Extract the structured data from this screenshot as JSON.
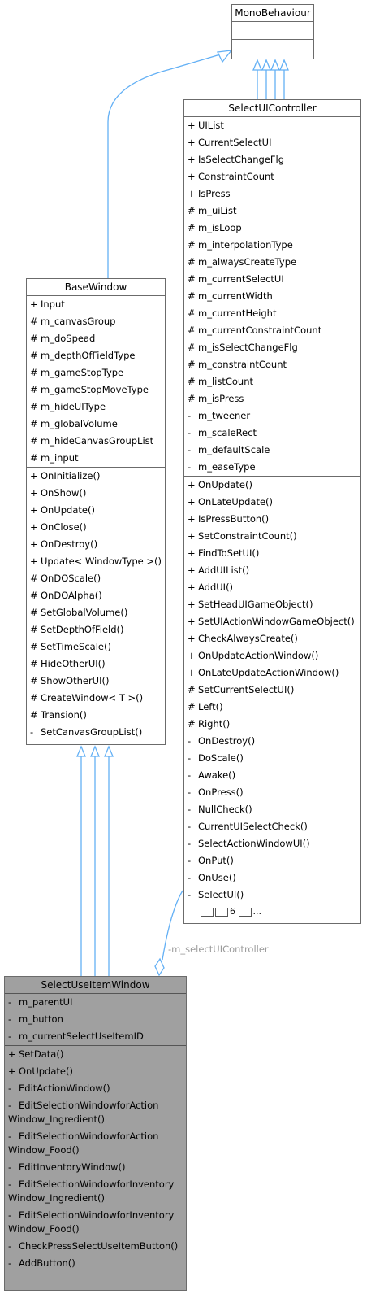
{
  "classes": {
    "mono": {
      "name": "MonoBehaviour"
    },
    "controller": {
      "name": "SelectUIController",
      "attributes": [
        {
          "v": "+",
          "n": "UIList"
        },
        {
          "v": "+",
          "n": "CurrentSelectUI"
        },
        {
          "v": "+",
          "n": "IsSelectChangeFlg"
        },
        {
          "v": "+",
          "n": "ConstraintCount"
        },
        {
          "v": "+",
          "n": "IsPress"
        },
        {
          "v": "#",
          "n": "m_uiList"
        },
        {
          "v": "#",
          "n": "m_isLoop"
        },
        {
          "v": "#",
          "n": "m_interpolationType"
        },
        {
          "v": "#",
          "n": "m_alwaysCreateType"
        },
        {
          "v": "#",
          "n": "m_currentSelectUI"
        },
        {
          "v": "#",
          "n": "m_currentWidth"
        },
        {
          "v": "#",
          "n": "m_currentHeight"
        },
        {
          "v": "#",
          "n": "m_currentConstraintCount"
        },
        {
          "v": "#",
          "n": "m_isSelectChangeFlg"
        },
        {
          "v": "#",
          "n": "m_constraintCount"
        },
        {
          "v": "#",
          "n": "m_listCount"
        },
        {
          "v": "#",
          "n": "m_isPress"
        },
        {
          "v": "-",
          "n": "m_tweener"
        },
        {
          "v": "-",
          "n": "m_scaleRect"
        },
        {
          "v": "-",
          "n": "m_defaultScale"
        },
        {
          "v": "-",
          "n": "m_easeType"
        }
      ],
      "methods": [
        {
          "v": "+",
          "n": "OnUpdate()"
        },
        {
          "v": "+",
          "n": "OnLateUpdate()"
        },
        {
          "v": "+",
          "n": "IsPressButton()"
        },
        {
          "v": "+",
          "n": "SetConstraintCount()"
        },
        {
          "v": "+",
          "n": "FindToSetUI()"
        },
        {
          "v": "+",
          "n": "AddUIList()"
        },
        {
          "v": "+",
          "n": "AddUI()"
        },
        {
          "v": "+",
          "n": "SetHeadUIGameObject()"
        },
        {
          "v": "+",
          "n": "SetUIActionWindowGameObject()"
        },
        {
          "v": "+",
          "n": "CheckAlwaysCreate()"
        },
        {
          "v": "+",
          "n": "OnUpdateActionWindow()"
        },
        {
          "v": "+",
          "n": "OnLateUpdateActionWindow()"
        },
        {
          "v": "#",
          "n": "SetCurrentSelectUI()"
        },
        {
          "v": "#",
          "n": "Left()"
        },
        {
          "v": "#",
          "n": "Right()"
        },
        {
          "v": "-",
          "n": "OnDestroy()"
        },
        {
          "v": "-",
          "n": "DoScale()"
        },
        {
          "v": "-",
          "n": "Awake()"
        },
        {
          "v": "-",
          "n": "OnPress()"
        },
        {
          "v": "-",
          "n": "NullCheck()"
        },
        {
          "v": "-",
          "n": "CurrentUISelectCheck()"
        },
        {
          "v": "-",
          "n": "SelectActionWindowUI()"
        },
        {
          "v": "-",
          "n": "OnPut()"
        },
        {
          "v": "-",
          "n": "OnUse()"
        },
        {
          "v": "-",
          "n": "SelectUI()"
        }
      ],
      "more_count": "6",
      "more_suffix": "..."
    },
    "base": {
      "name": "BaseWindow",
      "attributes": [
        {
          "v": "+",
          "n": "Input"
        },
        {
          "v": "#",
          "n": "m_canvasGroup"
        },
        {
          "v": "#",
          "n": "m_doSpead"
        },
        {
          "v": "#",
          "n": "m_depthOfFieldType"
        },
        {
          "v": "#",
          "n": "m_gameStopType"
        },
        {
          "v": "#",
          "n": "m_gameStopMoveType"
        },
        {
          "v": "#",
          "n": "m_hideUIType"
        },
        {
          "v": "#",
          "n": "m_globalVolume"
        },
        {
          "v": "#",
          "n": "m_hideCanvasGroupList"
        },
        {
          "v": "#",
          "n": "m_input"
        }
      ],
      "methods": [
        {
          "v": "+",
          "n": "OnInitialize()"
        },
        {
          "v": "+",
          "n": "OnShow()"
        },
        {
          "v": "+",
          "n": "OnUpdate()"
        },
        {
          "v": "+",
          "n": "OnClose()"
        },
        {
          "v": "+",
          "n": "OnDestroy()"
        },
        {
          "v": "+",
          "n": "Update< WindowType >()"
        },
        {
          "v": "#",
          "n": "OnDOScale()"
        },
        {
          "v": "#",
          "n": "OnDOAlpha()"
        },
        {
          "v": "#",
          "n": "SetGlobalVolume()"
        },
        {
          "v": "#",
          "n": "SetDepthOfField()"
        },
        {
          "v": "#",
          "n": "SetTimeScale()"
        },
        {
          "v": "#",
          "n": "HideOtherUI()"
        },
        {
          "v": "#",
          "n": "ShowOtherUI()"
        },
        {
          "v": "#",
          "n": "CreateWindow< T >()"
        },
        {
          "v": "#",
          "n": "Transion()"
        },
        {
          "v": "-",
          "n": "SetCanvasGroupList()"
        }
      ]
    },
    "item": {
      "name": "SelectUseItemWindow",
      "attributes": [
        {
          "v": "-",
          "n": "m_parentUI"
        },
        {
          "v": "-",
          "n": "m_button"
        },
        {
          "v": "-",
          "n": "m_currentSelectUseItemID"
        }
      ],
      "methods": [
        {
          "v": "+",
          "n": "SetData()"
        },
        {
          "v": "+",
          "n": "OnUpdate()"
        },
        {
          "v": "-",
          "n": "EditActionWindow()"
        },
        {
          "v": "-",
          "n": "EditSelectionWindowforAction Window_Ingredient()"
        },
        {
          "v": "-",
          "n": "EditSelectionWindowforAction Window_Food()"
        },
        {
          "v": "-",
          "n": "EditInventoryWindow()"
        },
        {
          "v": "-",
          "n": "EditSelectionWindowforInventory Window_Ingredient()"
        },
        {
          "v": "-",
          "n": "EditSelectionWindowforInventory Window_Food()"
        },
        {
          "v": "-",
          "n": "CheckPressSelectUseItemButton()"
        },
        {
          "v": "-",
          "n": "AddButton()"
        }
      ]
    }
  },
  "edges": {
    "composition_label": "-m_selectUIController"
  },
  "colors": {
    "edge": "#63b0f5",
    "highlight_fill": "#a0a0a0",
    "label": "#9a9a9a"
  }
}
